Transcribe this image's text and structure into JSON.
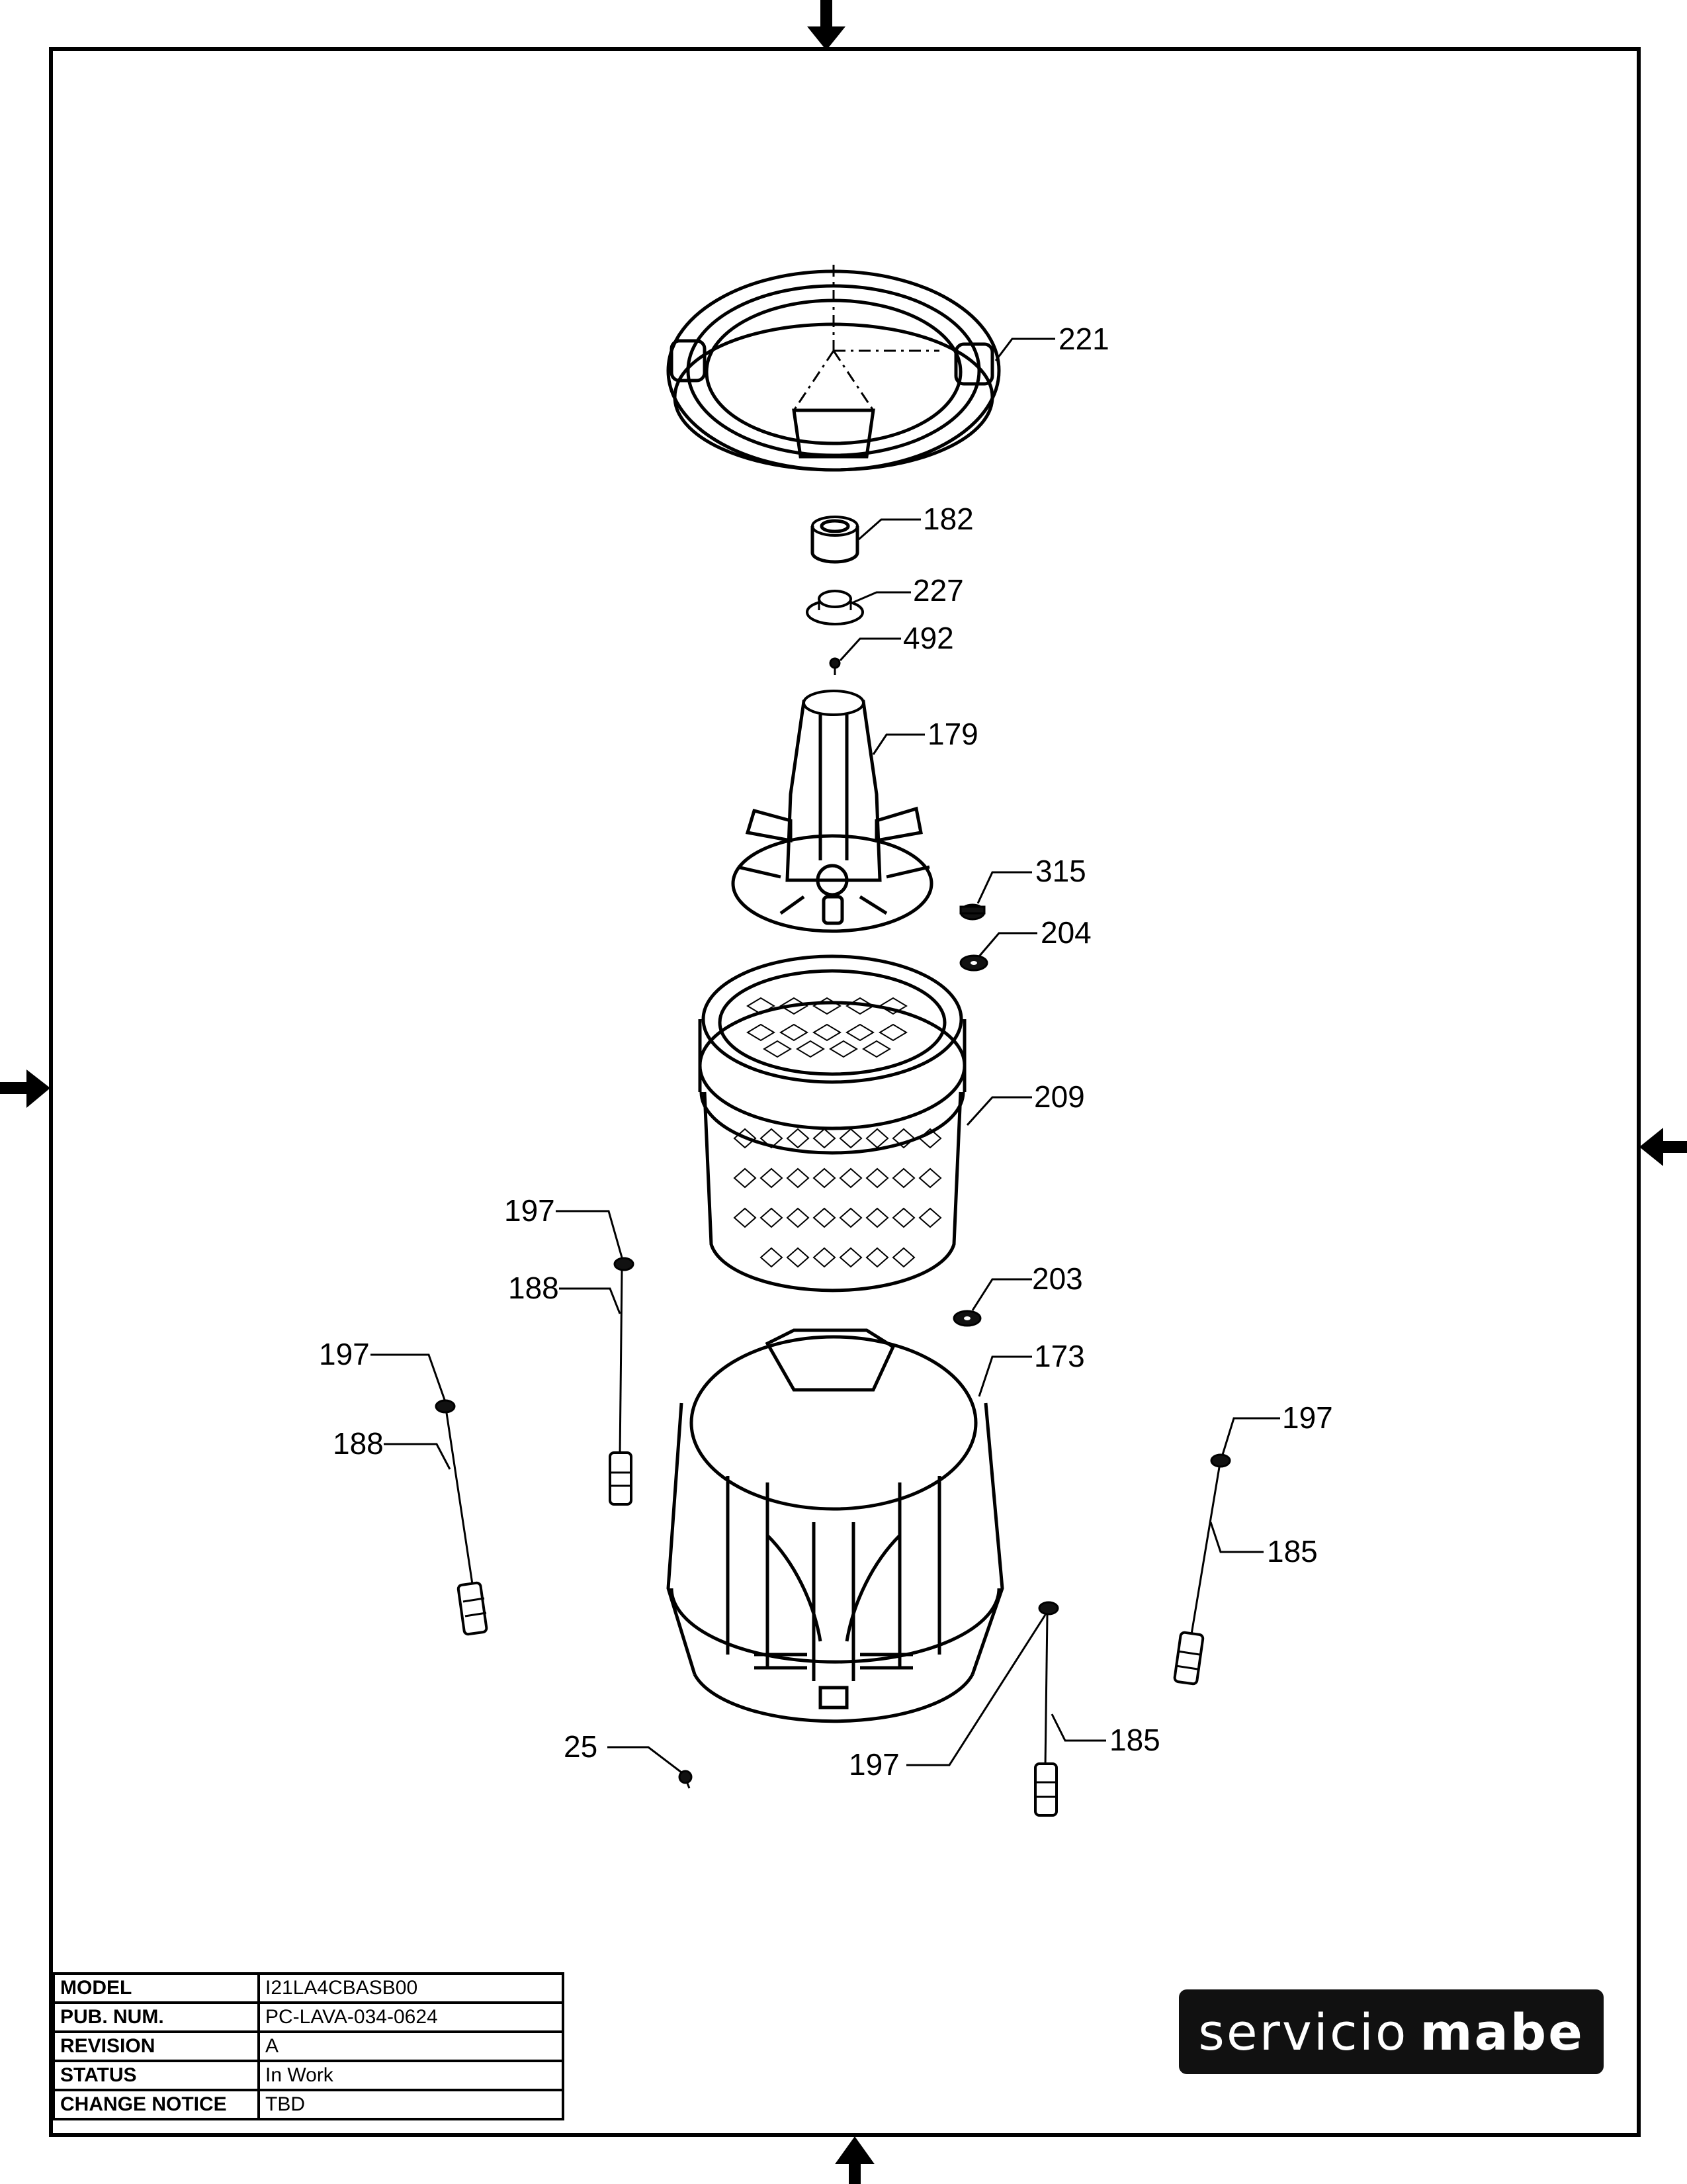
{
  "callouts": {
    "c221": "221",
    "c182": "182",
    "c227": "227",
    "c492": "492",
    "c179": "179",
    "c315": "315",
    "c204": "204",
    "c209": "209",
    "c197a": "197",
    "c188a": "188",
    "c203": "203",
    "c197b": "197",
    "c173": "173",
    "c188b": "188",
    "c197c": "197",
    "c185a": "185",
    "c25": "25",
    "c197d": "197",
    "c185b": "185"
  },
  "title_block": {
    "rows": [
      {
        "label": "MODEL",
        "value": "I21LA4CBASB00"
      },
      {
        "label": "PUB. NUM.",
        "value": "PC-LAVA-034-0624"
      },
      {
        "label": "REVISION",
        "value": "A"
      },
      {
        "label": "STATUS",
        "value": "In Work"
      },
      {
        "label": "CHANGE NOTICE",
        "value": "TBD"
      }
    ]
  },
  "logo": {
    "word1": "servicio",
    "word2": "mabe"
  }
}
